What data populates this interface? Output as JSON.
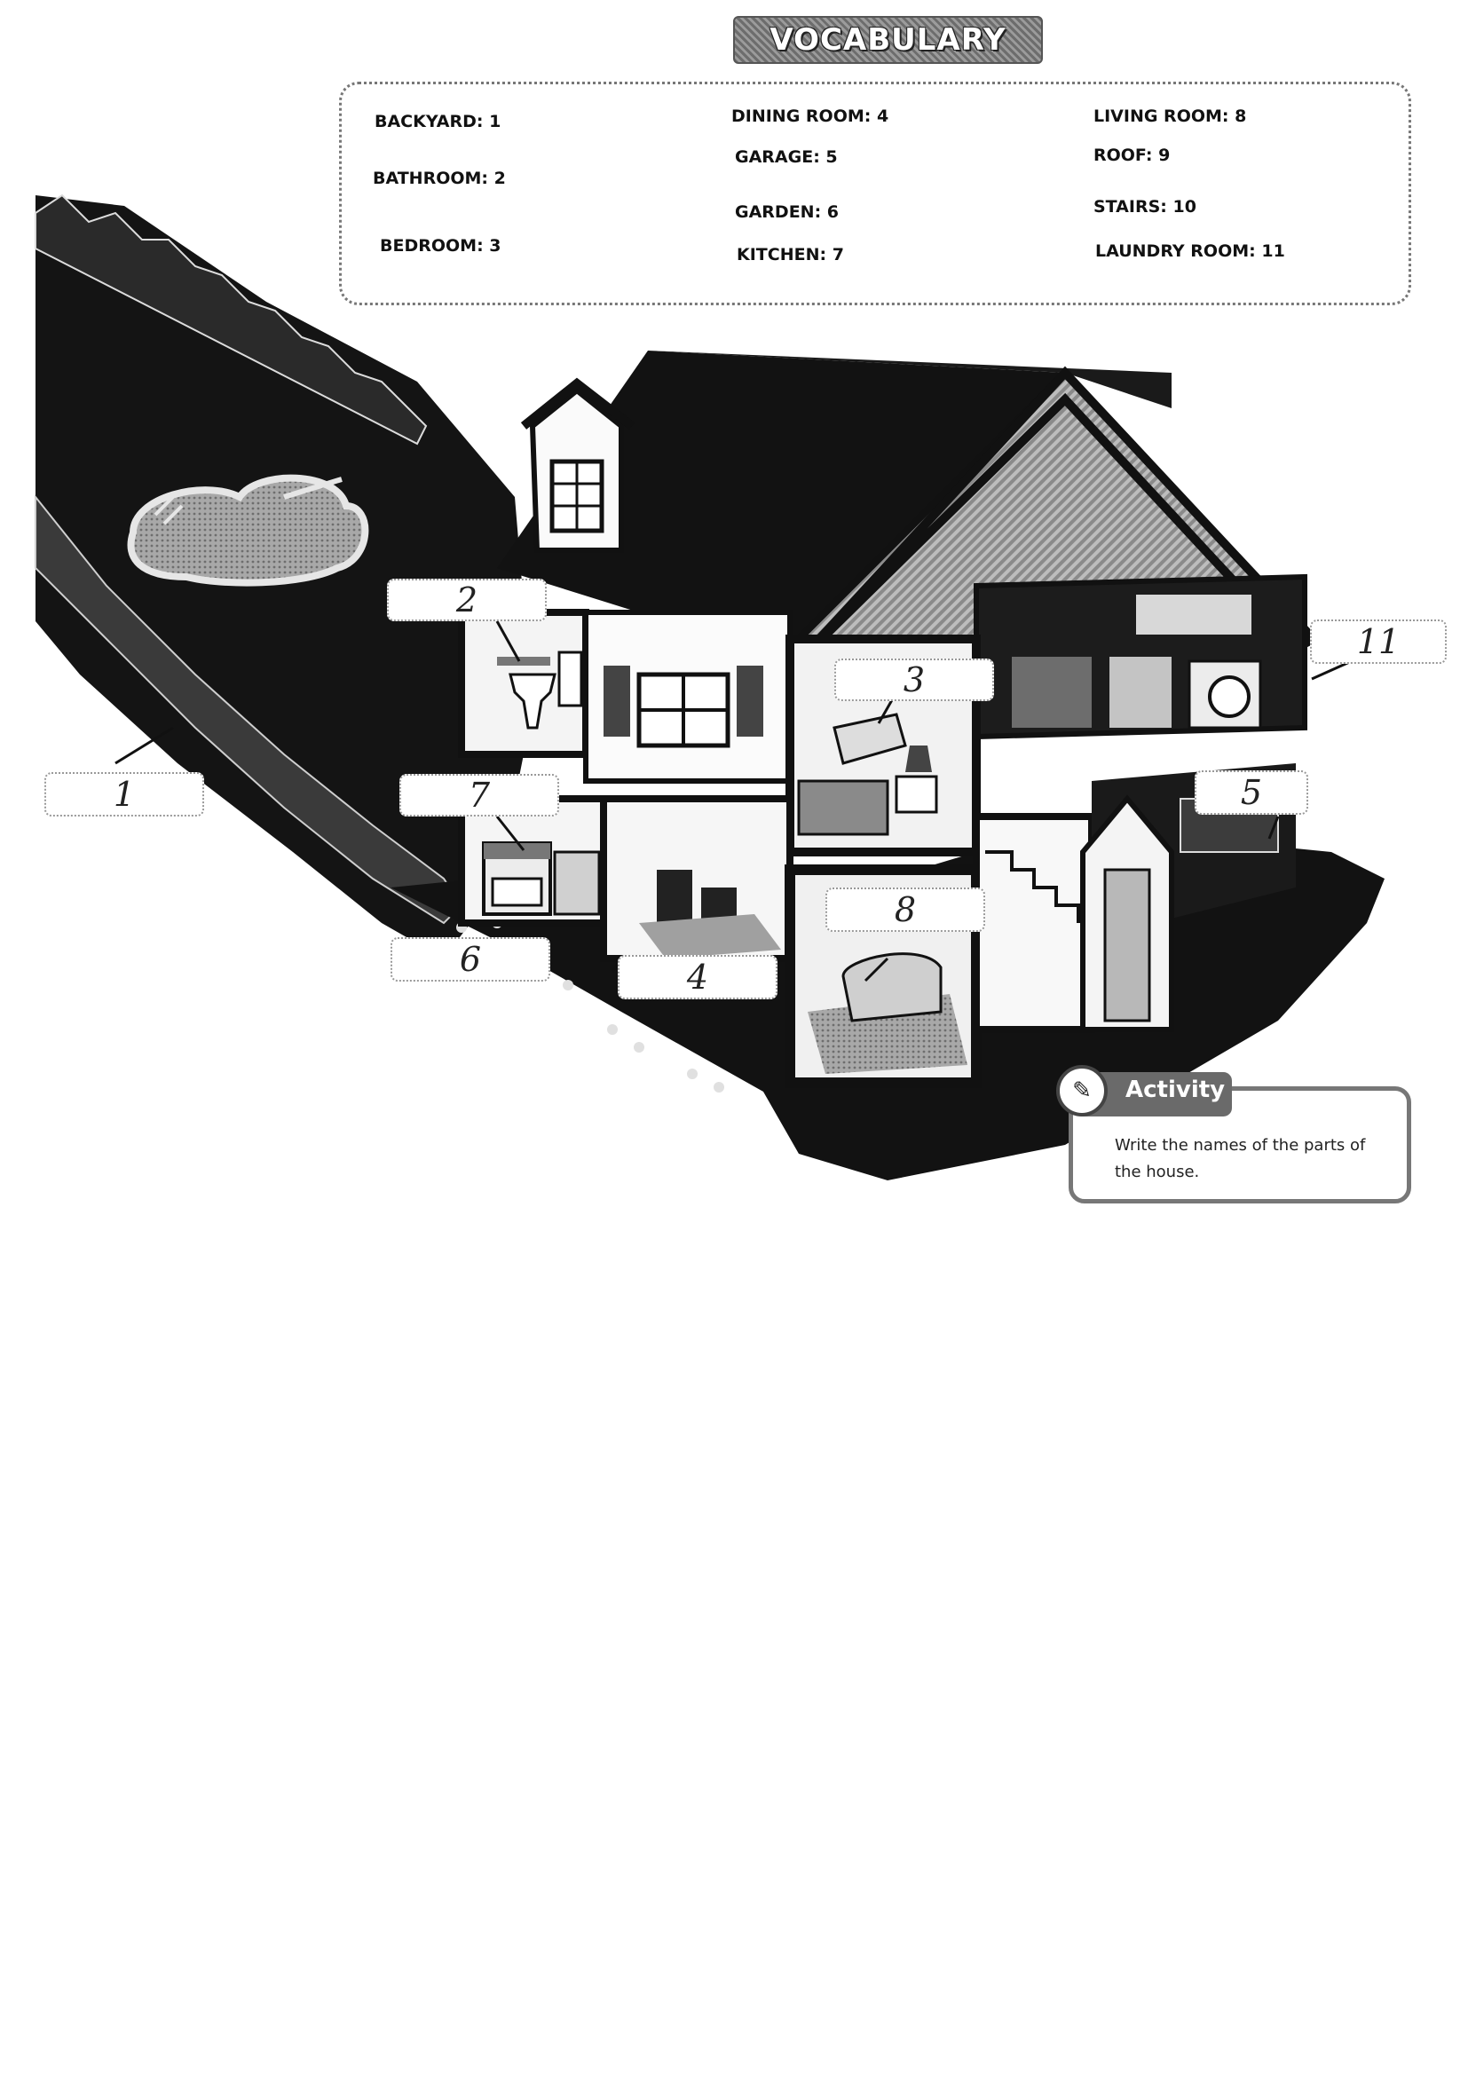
{
  "title": "VOCABULARY",
  "vocabulary": [
    {
      "word": "BACKYARD: 1"
    },
    {
      "word": "BATHROOM: 2"
    },
    {
      "word": "BEDROOM: 3"
    },
    {
      "word": "DINING ROOM:  4"
    },
    {
      "word": "GARAGE:  5"
    },
    {
      "word": "GARDEN:  6"
    },
    {
      "word": "KITCHEN:  7"
    },
    {
      "word": "LIVING ROOM: 8"
    },
    {
      "word": "ROOF: 9"
    },
    {
      "word": "STAIRS: 10"
    },
    {
      "word": "LAUNDRY ROOM: 11"
    }
  ],
  "answers": [
    {
      "text": "1"
    },
    {
      "text": "2"
    },
    {
      "text": "3"
    },
    {
      "text": "4"
    },
    {
      "text": "5"
    },
    {
      "text": "6"
    },
    {
      "text": "7"
    },
    {
      "text": "8"
    },
    {
      "text": "11"
    }
  ],
  "activity": {
    "title": "Activity",
    "instruction": "Write the names of the parts of the house."
  },
  "colors": {
    "ink": "#111111",
    "banner": "#7a7a7a",
    "box_border": "#777777"
  },
  "icons": {
    "activity": "pencil-icon"
  }
}
